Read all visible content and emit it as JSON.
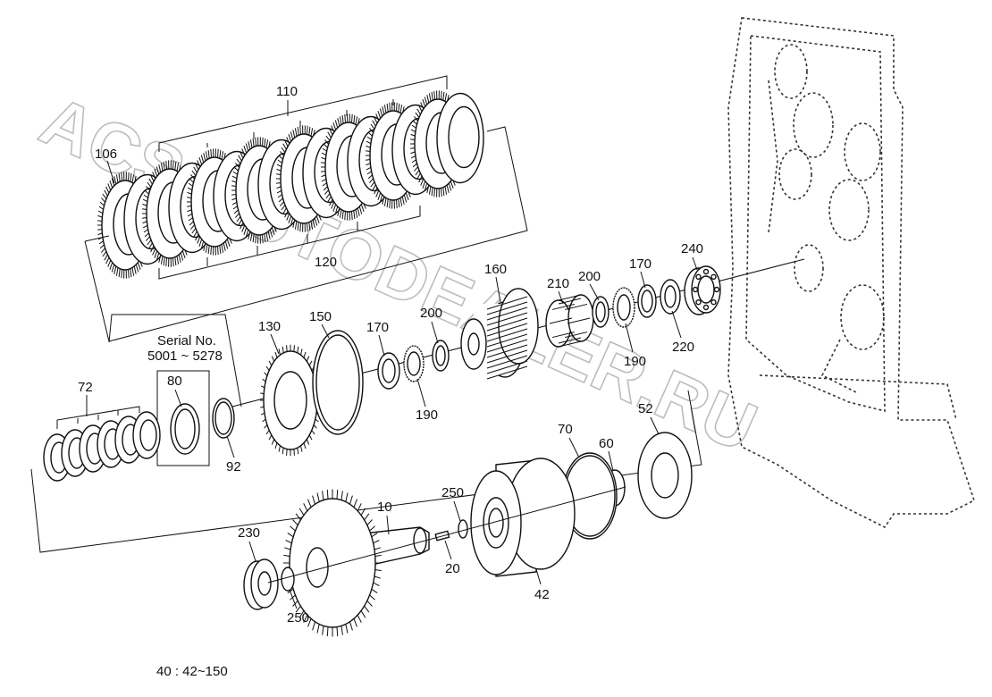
{
  "watermark": "ACS-AUTODEALER.RU",
  "callouts": {
    "p110": "110",
    "p106": "106",
    "p120": "120",
    "p160": "160",
    "p210": "210",
    "p200a": "200",
    "p170a": "170",
    "p240": "240",
    "p220": "220",
    "p190a": "190",
    "p130": "130",
    "p150": "150",
    "p170b": "170",
    "p200b": "200",
    "p190b": "190",
    "p72": "72",
    "p80": "80",
    "p92": "92",
    "p70": "70",
    "p60": "60",
    "p52": "52",
    "p10": "10",
    "p250a": "250",
    "p20": "20",
    "p230": "230",
    "p250b": "250",
    "p42": "42"
  },
  "serial": {
    "line1": "Serial No.",
    "line2": "5001 ~ 5278"
  },
  "footnote": "40 : 42~150"
}
